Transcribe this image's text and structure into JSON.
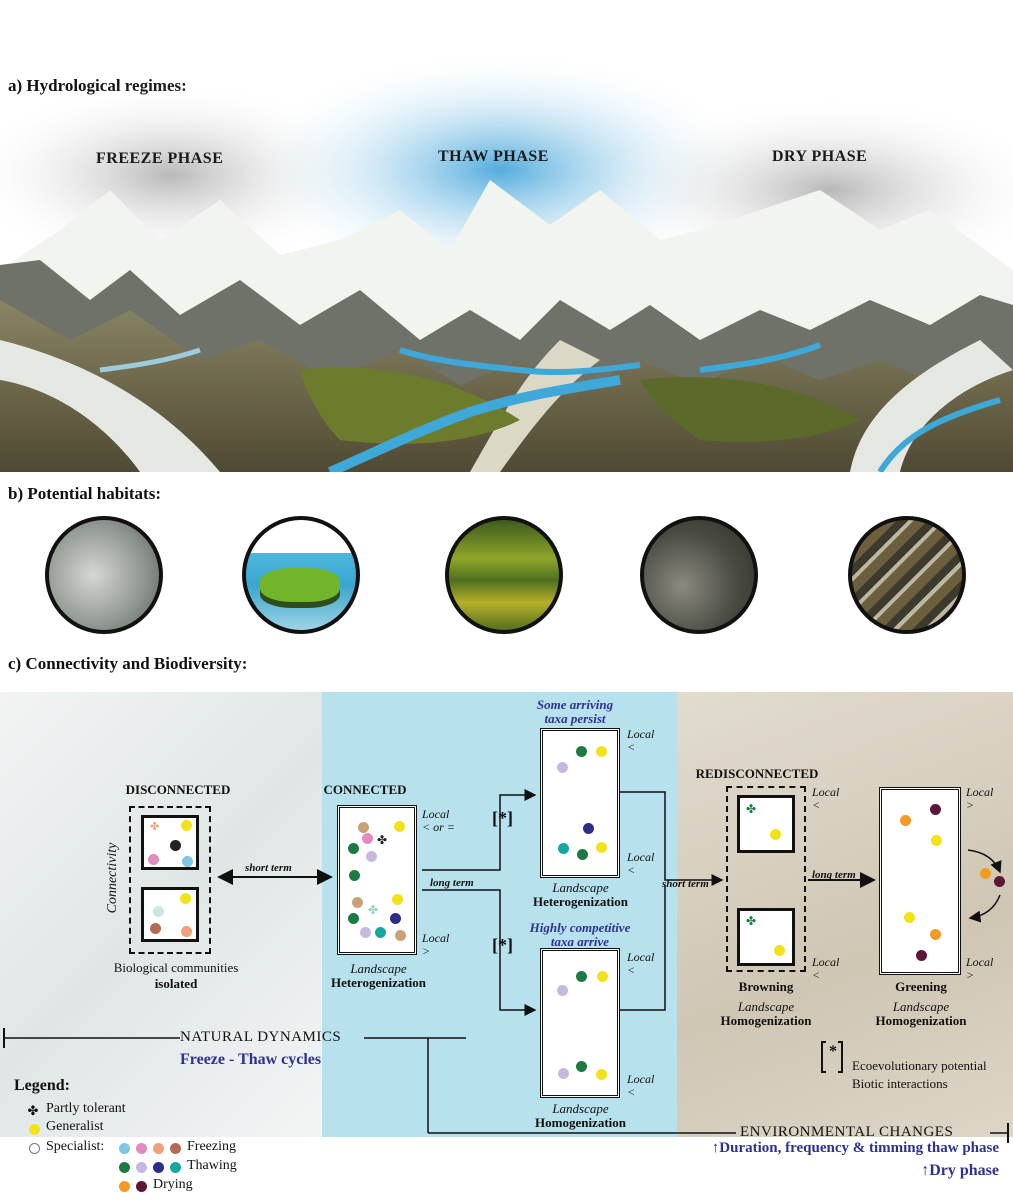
{
  "sections": {
    "a": "a)  Hydrological regimes:",
    "b": "b)  Potential habitats:",
    "c": "c)  Connectivity and Biodiversity:"
  },
  "phases": {
    "freeze": "FREEZE PHASE",
    "thaw": "THAW PHASE",
    "dry": "DRY PHASE"
  },
  "connectivity": {
    "axis_label": "Connectivity",
    "disconnected": {
      "title": "DISCONNECTED",
      "caption1": "Biological communities",
      "caption2": "isolated"
    },
    "connected": {
      "title": "CONNECTED",
      "caption1": "Landscape",
      "caption2": "Heterogenization",
      "local_top": "Local",
      "local_top_sym": "< or =",
      "local_bottom": "Local",
      "local_bottom_sym": ">"
    },
    "short_term_1": "short term",
    "long_term_1": "long term",
    "short_term_2": "short term",
    "long_term_2": "long term",
    "bracket_star": "*",
    "persist": {
      "title1": "Some arriving",
      "title2": "taxa persist",
      "caption1": "Landscape",
      "caption2": "Heterogenization",
      "local_top": "Local",
      "local_top_sym": "<",
      "local_bottom": "Local",
      "local_bottom_sym": "<"
    },
    "arrive": {
      "title1": "Highly competitive",
      "title2": "taxa arrive",
      "caption1": "Landscape",
      "caption2": "Homogenization",
      "local_top": "Local",
      "local_top_sym": "<",
      "local_bottom": "Local",
      "local_bottom_sym": "<"
    },
    "rediscon": {
      "title": "REDISCONNECTED",
      "caption1": "Browning",
      "caption2": "Landscape",
      "caption3": "Homogenization",
      "local_top": "Local",
      "local_top_sym": "<",
      "local_bottom": "Local",
      "local_bottom_sym": "<"
    },
    "greening": {
      "caption1": "Greening",
      "caption2": "Landscape",
      "caption3": "Homogenization",
      "local_top": "Local",
      "local_top_sym": ">",
      "local_bottom": "Local",
      "local_bottom_sym": ">"
    },
    "natural": {
      "title": "NATURAL DYNAMICS",
      "subtitle": "Freeze - Thaw cycles"
    },
    "env": {
      "title": "ENVIRONMENTAL CHANGES",
      "line1": "↑Duration, frequency & timming thaw phase",
      "line2": "↑Dry phase"
    },
    "eco": {
      "line1": "Ecoevolutionary potential",
      "line2": "Biotic interactions"
    }
  },
  "legend": {
    "title": "Legend:",
    "partly": "Partly tolerant",
    "generalist": "Generalist",
    "specialist": "Specialist:",
    "freezing": "Freezing",
    "thawing": "Thawing",
    "drying": "Drying"
  },
  "colors": {
    "thaw_bg": "#b7e1ec",
    "dry_bg": "#d9d2c4",
    "freeze_bg": "#e9eeee",
    "generalist": "#f2e21a",
    "partly": "#3a3a3a",
    "freezing": [
      "#7fc6e6",
      "#e08cc0",
      "#f0a07a",
      "#b46a52"
    ],
    "thawing": [
      "#1e7a43",
      "#c8b8e0",
      "#2e2c86",
      "#15a6a0"
    ],
    "drying": [
      "#f49b25",
      "#5c1637"
    ],
    "title_blue": "#2e3192"
  }
}
